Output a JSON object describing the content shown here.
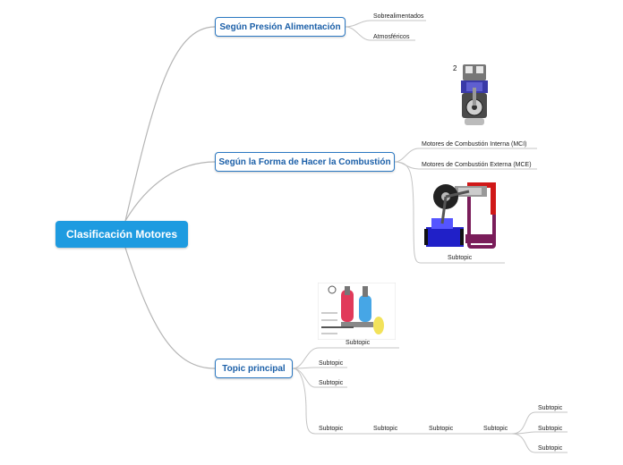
{
  "central_topic": "Clasificación Motores",
  "branches": [
    {
      "label": "Según Presión Alimentación",
      "subtopics": [
        "Sobrealimentados",
        "Atmosféricos"
      ]
    },
    {
      "label": "Según la Forma de Hacer la Combustión",
      "image_number": "2",
      "subtopics": [
        "Motores de Combustión Interna (MCI)",
        "Motores de Combustión Externa (MCE)",
        "Subtopic"
      ]
    },
    {
      "label": "Topic principal",
      "subtopics": [
        "Subtopic",
        "Subtopic",
        "Subtopic"
      ],
      "chain": [
        "Subtopic",
        "Subtopic",
        "Subtopic",
        "Subtopic"
      ],
      "chain_children": [
        "Subtopic",
        "Subtopic",
        "Subtopic"
      ]
    }
  ],
  "icons": [
    "engine-piston-image",
    "stirling-engine-image",
    "stirling-diagram-image"
  ],
  "colors": {
    "central_fill": "#1e9be0",
    "topic_border": "#2b78c2",
    "topic_text": "#1b5fa8",
    "connector": "#b8b8b8"
  }
}
